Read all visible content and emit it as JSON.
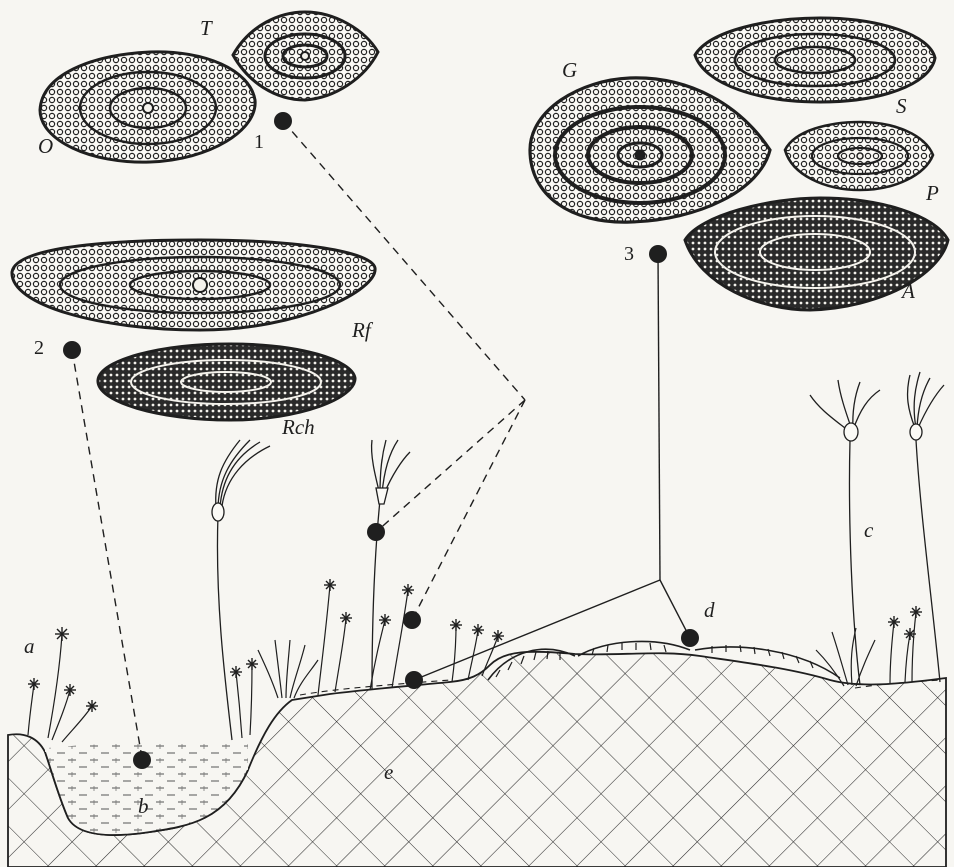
{
  "figure": {
    "samples": [
      {
        "number": "1",
        "taxa": [
          "T",
          "O"
        ]
      },
      {
        "number": "2",
        "taxa": [
          "Rf",
          "Rch"
        ]
      },
      {
        "number": "3",
        "taxa": [
          "G",
          "S",
          "P",
          "A"
        ]
      }
    ],
    "zones": [
      "a",
      "b",
      "c",
      "d",
      "e"
    ]
  },
  "colors": {
    "ink": "#1f1f1f",
    "paper": "#f7f6f2"
  }
}
